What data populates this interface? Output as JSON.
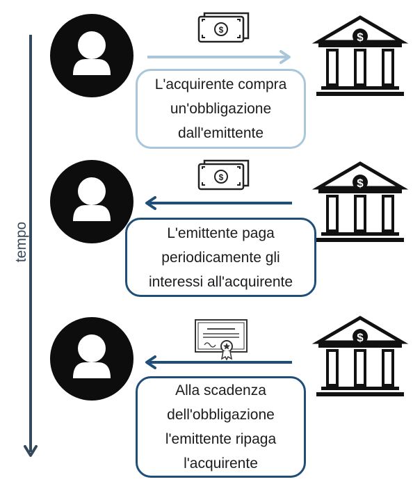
{
  "timeline": {
    "label": "tempo",
    "line_color": "#34495e"
  },
  "steps": [
    {
      "caption_lines": [
        "L'acquirente compra",
        "un'obbligazione",
        "dall'emittente"
      ],
      "arrow_direction": "right",
      "arrow_color": "#a9c6da",
      "object_icon": "banknote-icon"
    },
    {
      "caption_lines": [
        "L'emittente paga",
        "periodicamente gli",
        "interessi all'acquirente"
      ],
      "arrow_direction": "left",
      "arrow_color": "#1f4e79",
      "object_icon": "banknote-icon"
    },
    {
      "caption_lines": [
        "Alla scadenza",
        "dell'obbligazione",
        "l'emittente ripaga",
        "l'acquirente"
      ],
      "arrow_direction": "left",
      "arrow_color": "#1f4e79",
      "object_icon": "certificate-icon"
    }
  ],
  "actors": {
    "buyer_icon": "person-icon",
    "issuer_icon": "bank-icon"
  },
  "colors": {
    "accent_dark": "#1f4e79",
    "accent_light": "#a9c6da",
    "icon": "#111111"
  }
}
